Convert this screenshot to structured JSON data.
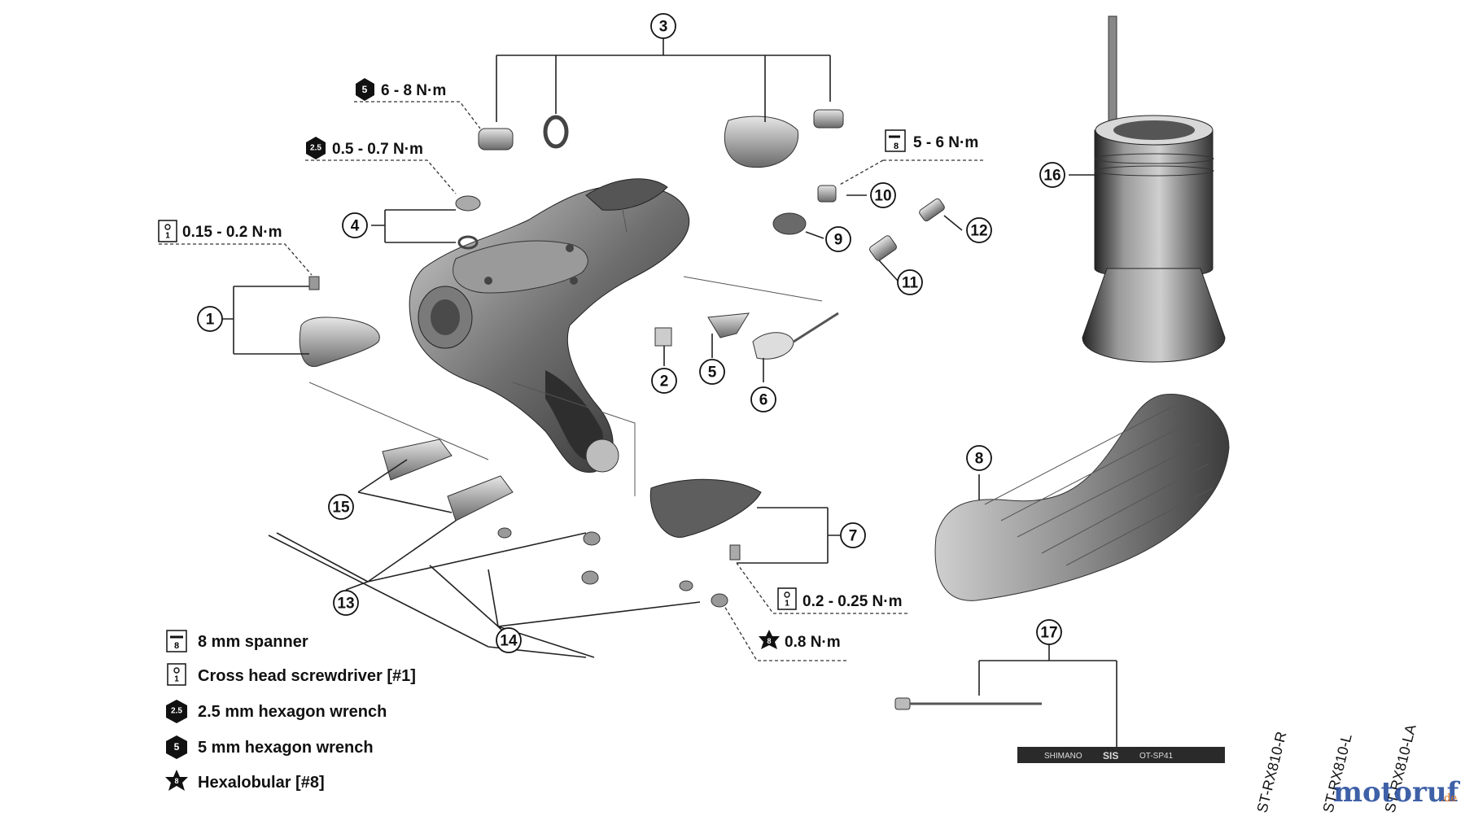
{
  "callouts": [
    "1",
    "2",
    "3",
    "4",
    "5",
    "6",
    "7",
    "8",
    "9",
    "10",
    "11",
    "12",
    "13",
    "14",
    "15",
    "16",
    "17"
  ],
  "torque_specs": {
    "t1": {
      "tool": "5",
      "text": "6 - 8 N·m"
    },
    "t2": {
      "tool": "2.5",
      "text": "0.5 - 0.7 N·m"
    },
    "t3": {
      "tool": "8",
      "text": "5 - 6 N·m"
    },
    "t4": {
      "tool": "1",
      "text": "0.15 - 0.2 N·m"
    },
    "t5": {
      "tool": "1",
      "text": "0.2 - 0.25 N·m"
    },
    "t6": {
      "tool": "8",
      "text": "0.8 N·m"
    }
  },
  "legend": [
    {
      "icon": "8",
      "label": "8 mm spanner"
    },
    {
      "icon": "1",
      "label": "Cross head screwdriver [#1]"
    },
    {
      "icon": "2.5",
      "label": "2.5 mm hexagon wrench"
    },
    {
      "icon": "5",
      "label": "5 mm hexagon wrench"
    },
    {
      "icon": "8",
      "label": "Hexalobular [#8]"
    }
  ],
  "models": [
    "ST-RX810-R",
    "ST-RX810-L",
    "ST-RX810-LA"
  ],
  "cable_print": {
    "brand": "SHIMANO",
    "sis": "SIS",
    "code": "OT-SP41"
  },
  "watermark": {
    "text": "motoruf",
    "suffix": ".de"
  },
  "colors": {
    "part_dark": "#3a3a3a",
    "part_mid": "#8a8a8a",
    "part_light": "#d6d6d6",
    "line": "#222222",
    "watermark_blue": "#2a4f9e",
    "watermark_orange": "#e0741c"
  }
}
